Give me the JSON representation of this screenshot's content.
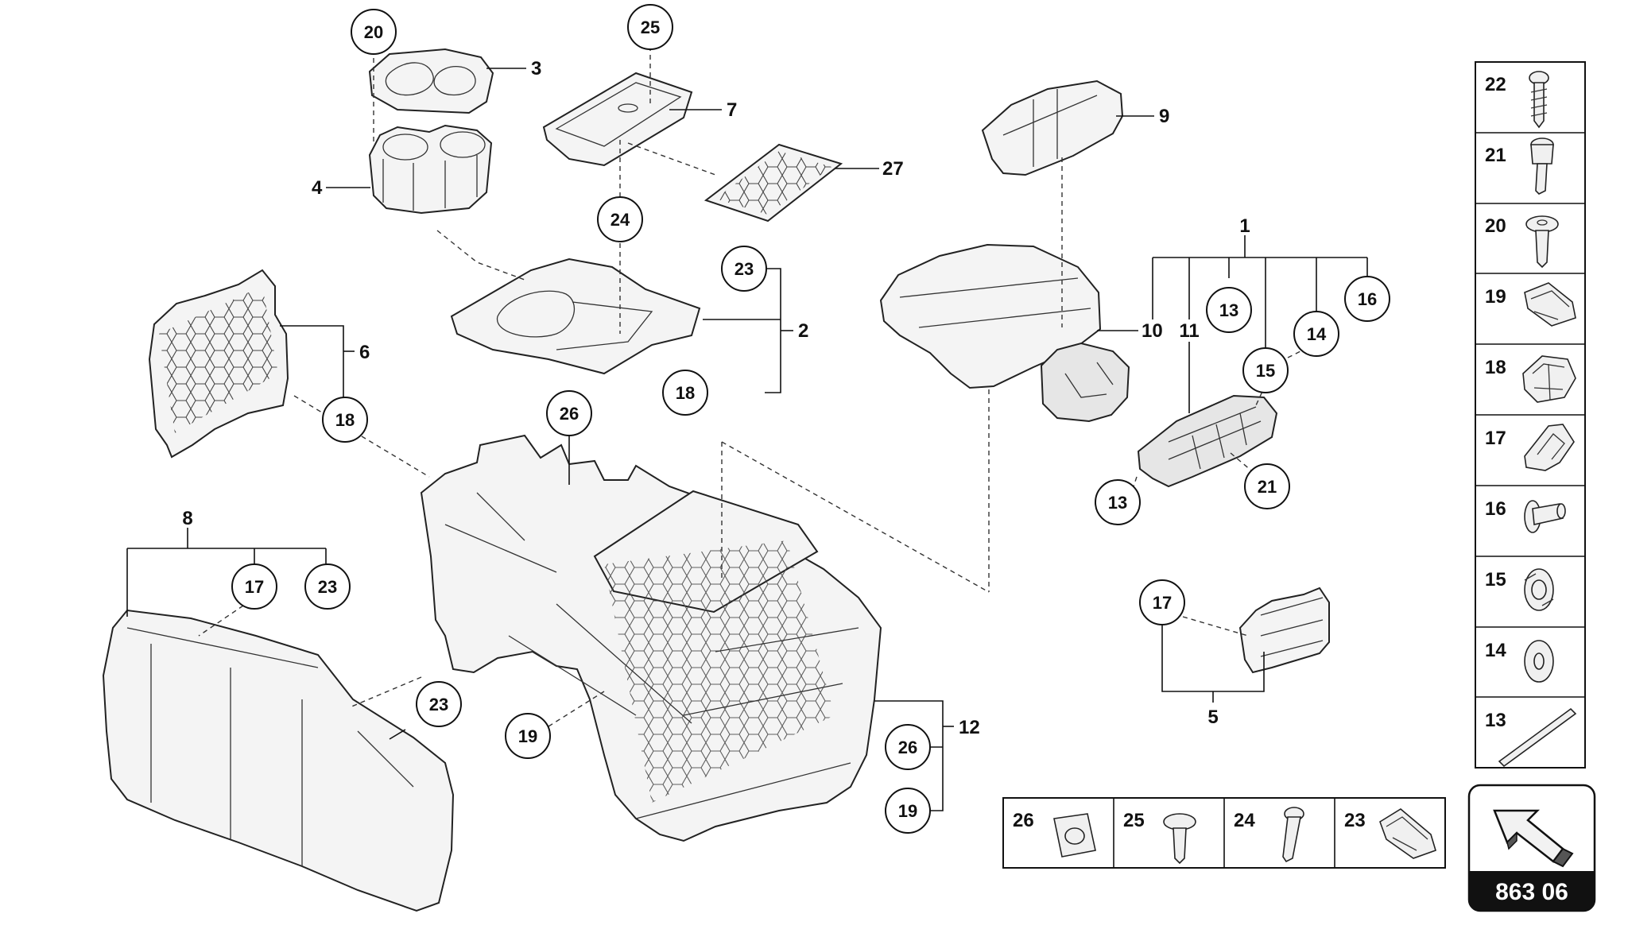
{
  "diagram_code": "863 06",
  "callouts": {
    "c1": "1",
    "c2": "2",
    "c3": "3",
    "c4": "4",
    "c5": "5",
    "c6": "6",
    "c7": "7",
    "c8": "8",
    "c9": "9",
    "c10": "10",
    "c11": "11",
    "c12": "12",
    "c27": "27",
    "b20": "20",
    "b25": "25",
    "b24": "24",
    "b23a": "23",
    "b18a": "18",
    "b18b": "18",
    "b26a": "26",
    "b13a": "13",
    "b16": "16",
    "b14": "14",
    "b15": "15",
    "b13b": "13",
    "b21": "21",
    "b17a": "17",
    "b23b": "23",
    "b23c": "23",
    "b19a": "19",
    "b26b": "26",
    "b19b": "19",
    "b17b": "17"
  },
  "hardware_column": [
    "22",
    "21",
    "20",
    "19",
    "18",
    "17",
    "16",
    "15",
    "14",
    "13"
  ],
  "hardware_row": [
    "26",
    "25",
    "24",
    "23"
  ],
  "icons": {
    "nav_arrow": "arrow-icon"
  }
}
